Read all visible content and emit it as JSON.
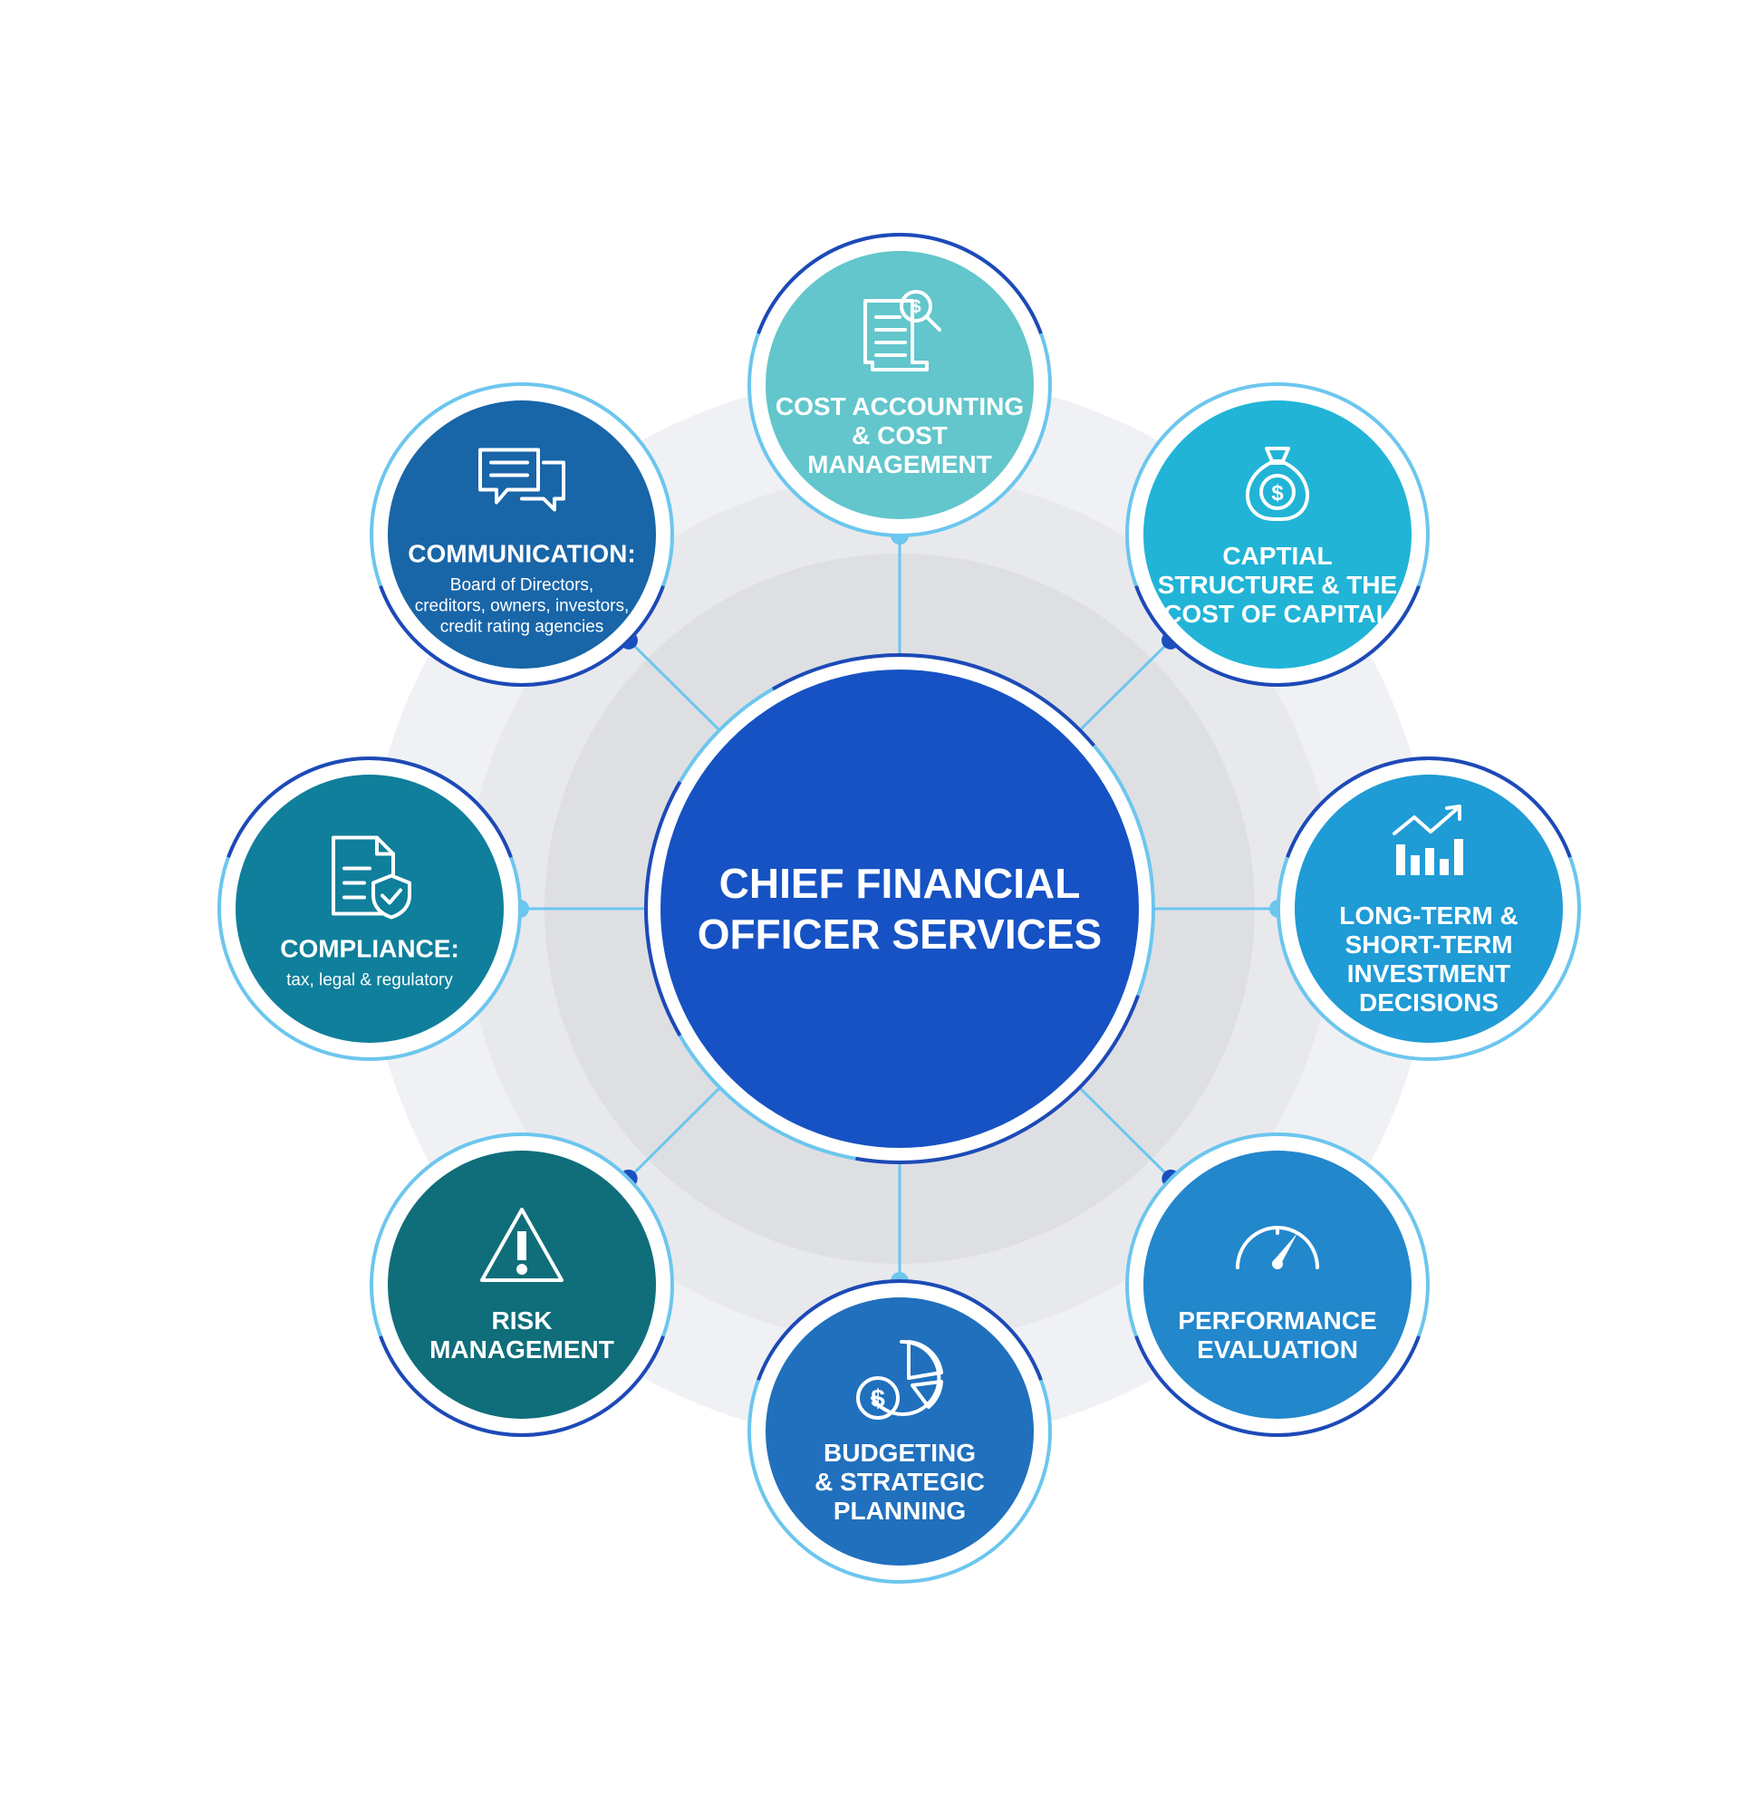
{
  "center": {
    "lines": [
      "CHIEF FINANCIAL",
      "OFFICER SERVICES"
    ],
    "color": "#1652c4"
  },
  "nodes": [
    {
      "id": "cost-accounting",
      "icon": "document-magnifier-dollar-icon",
      "color": "#62c6cc",
      "title_lines": [
        "COST ACCOUNTING",
        "& COST",
        "MANAGEMENT"
      ],
      "sub_lines": []
    },
    {
      "id": "capital-structure",
      "icon": "money-bag-icon",
      "color": "#21b4d6",
      "title_lines": [
        "CAPTIAL",
        "STRUCTURE & THE",
        "COST OF CAPITAL"
      ],
      "sub_lines": []
    },
    {
      "id": "investment-decisions",
      "icon": "bar-chart-growth-icon",
      "color": "#1f9bd6",
      "title_lines": [
        "LONG-TERM &",
        "SHORT-TERM",
        "INVESTMENT",
        "DECISIONS"
      ],
      "sub_lines": []
    },
    {
      "id": "performance-evaluation",
      "icon": "speedometer-icon",
      "color": "#2387cc",
      "title_lines": [
        "PERFORMANCE",
        "EVALUATION"
      ],
      "sub_lines": []
    },
    {
      "id": "budgeting",
      "icon": "pie-chart-dollar-icon",
      "color": "#2070bd",
      "title_lines": [
        "BUDGETING",
        "& STRATEGIC",
        "PLANNING"
      ],
      "sub_lines": []
    },
    {
      "id": "risk-management",
      "icon": "warning-triangle-icon",
      "color": "#0f6e7a",
      "title_lines": [
        "RISK",
        "MANAGEMENT"
      ],
      "sub_lines": []
    },
    {
      "id": "compliance",
      "icon": "document-shield-icon",
      "color": "#0f7f9b",
      "title_lines": [
        "COMPLIANCE:"
      ],
      "sub_lines": [
        "tax, legal & regulatory"
      ]
    },
    {
      "id": "communication",
      "icon": "chat-bubbles-icon",
      "color": "#1865a8",
      "title_lines": [
        "COMMUNICATION:"
      ],
      "sub_lines": [
        "Board of Directors,",
        "creditors, owners, investors,",
        "credit rating agencies"
      ]
    }
  ],
  "colors": {
    "ring_outer": "#f0f1f4",
    "ring_mid": "#e8e9ed",
    "ring_inner": "#dedfe3",
    "connector": "#6cc6ee",
    "outline_dark": "#1e49b7",
    "outline_light": "#6cc6ee"
  }
}
